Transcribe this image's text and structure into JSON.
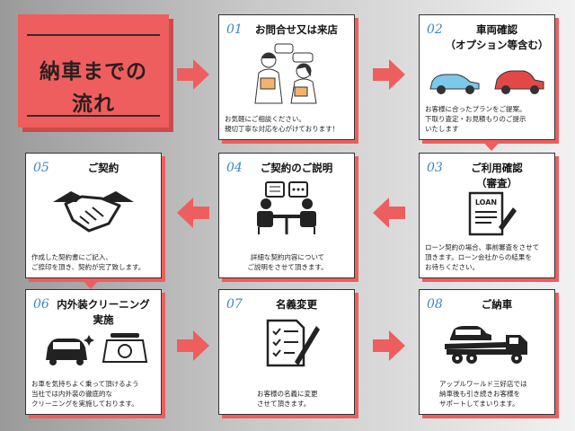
{
  "title": {
    "line1": "納車までの",
    "line2": "流れ"
  },
  "colors": {
    "accent": "#ef5e5e",
    "number": "#3a88c8"
  },
  "steps": [
    {
      "num": "01",
      "heading": "お問合せ又は来店",
      "body": [
        "お気軽にご相談ください。",
        "親切丁寧な対応を心がけております！"
      ],
      "icon": "consultation-icon"
    },
    {
      "num": "02",
      "heading": "車両確認\n（オプション等含む）",
      "body": [
        "お客様に合ったプランをご提案。",
        "下取り査定・お見積もりのご提示",
        "いたします"
      ],
      "icon": "cars-icon"
    },
    {
      "num": "03",
      "heading": "ご利用確認\n（審査）",
      "body": [
        "ローン契約の場合、事前審査をさせて",
        "頂きます。ローン会社からの結果を",
        "お待ちください。"
      ],
      "icon": "loan-document-icon",
      "icon_text": "LOAN"
    },
    {
      "num": "04",
      "heading": "ご契約のご説明",
      "body": [
        "詳細な契約内容について",
        "ご説明をさせて頂きます。"
      ],
      "icon": "meeting-icon"
    },
    {
      "num": "05",
      "heading": "ご契約",
      "body": [
        "作成した契約書にご記入、",
        "ご捺印を頂き、契約が完了致します。"
      ],
      "icon": "handshake-icon"
    },
    {
      "num": "06",
      "heading": "内外装クリーニング\n実施",
      "body": [
        "お車を気持ちよく乗って頂けるよう",
        "当社では内外装の徹底的な",
        "クリーニングを実施しております。"
      ],
      "icon": "car-cleaning-icon"
    },
    {
      "num": "07",
      "heading": "名義変更",
      "body": [
        "お客様の名義に変更",
        "させて頂きます。"
      ],
      "icon": "checklist-icon"
    },
    {
      "num": "08",
      "heading": "ご納車",
      "body": [
        "アップルワールド三好店では",
        "納車後も引き続きお客様を",
        "サポートしてまいります。"
      ],
      "icon": "tow-truck-icon"
    }
  ]
}
